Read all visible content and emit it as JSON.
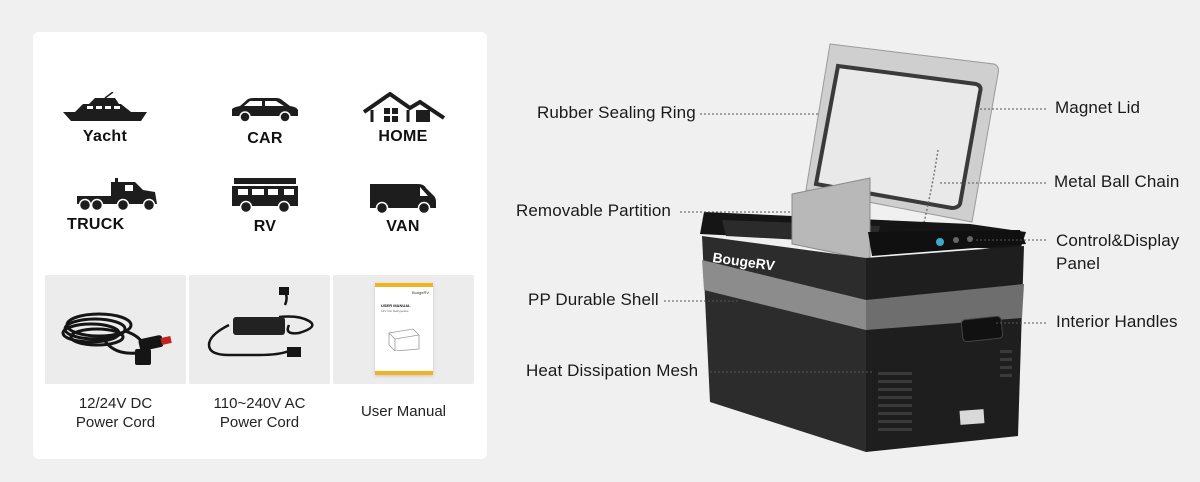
{
  "scenes": [
    {
      "label": "Yacht",
      "icon": "yacht-icon"
    },
    {
      "label": "CAR",
      "icon": "car-icon"
    },
    {
      "label": "HOME",
      "icon": "home-icon"
    },
    {
      "label": "TRUCK",
      "icon": "truck-icon"
    },
    {
      "label": "RV",
      "icon": "rv-icon"
    },
    {
      "label": "VAN",
      "icon": "van-icon"
    }
  ],
  "accessories": [
    {
      "line1": "12/24V DC",
      "line2": "Power Cord"
    },
    {
      "line1": "110~240V AC",
      "line2": "Power Cord"
    },
    {
      "line1": "User Manual",
      "line2": ""
    }
  ],
  "manual": {
    "brand": "BougeRV",
    "title": "USER MANUAL",
    "subtitle": "12V Car Refrigerator"
  },
  "product": {
    "brand": "BougeRV"
  },
  "callouts_left": [
    {
      "label": "Rubber Sealing Ring"
    },
    {
      "label": "Removable Partition"
    },
    {
      "label": "PP Durable Shell"
    },
    {
      "label": "Heat Dissipation Mesh"
    }
  ],
  "callouts_right": [
    {
      "label": "Magnet Lid"
    },
    {
      "label": "Metal Ball Chain"
    },
    {
      "label": "Control&Display Panel"
    },
    {
      "label": "Interior Handles"
    }
  ]
}
